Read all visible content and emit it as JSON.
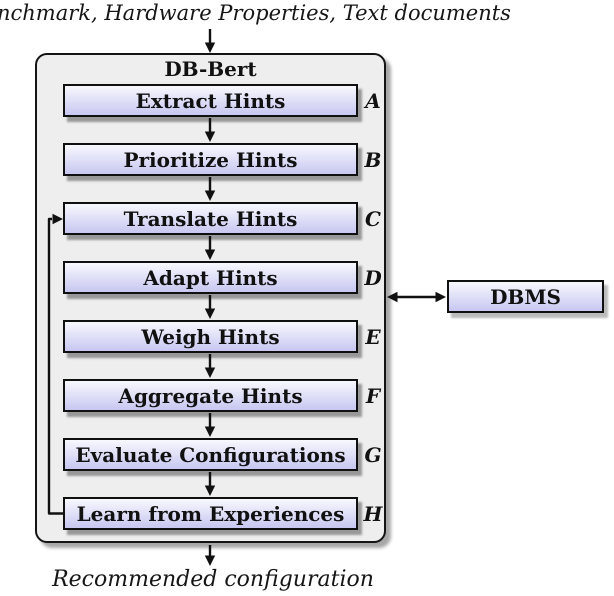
{
  "figure": {
    "input_label": "nchmark, Hardware Properties, Text documents",
    "output_label": "Recommended configuration",
    "system": {
      "title": "DB-Bert",
      "steps": [
        {
          "letter": "A",
          "label": "Extract Hints"
        },
        {
          "letter": "B",
          "label": "Prioritize Hints"
        },
        {
          "letter": "C",
          "label": "Translate Hints"
        },
        {
          "letter": "D",
          "label": "Adapt Hints"
        },
        {
          "letter": "E",
          "label": "Weigh Hints"
        },
        {
          "letter": "F",
          "label": "Aggregate Hints"
        },
        {
          "letter": "G",
          "label": "Evaluate Configurations"
        },
        {
          "letter": "H",
          "label": "Learn from Experiences"
        }
      ]
    },
    "external_system": {
      "label": "DBMS"
    },
    "connections": {
      "input_to_system": "arrow-down",
      "step_flow": "arrow-down-between-consecutive-steps",
      "feedback": "learn-from-experiences-to-translate-hints",
      "dbms_link": "bidirectional-arrow-adapt-hints-area-to-dbms",
      "system_to_output": "arrow-down"
    },
    "colors": {
      "box_fill_top": "#f8f8fe",
      "box_fill_mid": "#e2e2f8",
      "box_fill_bottom": "#c7c7f1",
      "container_fill": "#eeeeee",
      "line": "#111111"
    }
  }
}
